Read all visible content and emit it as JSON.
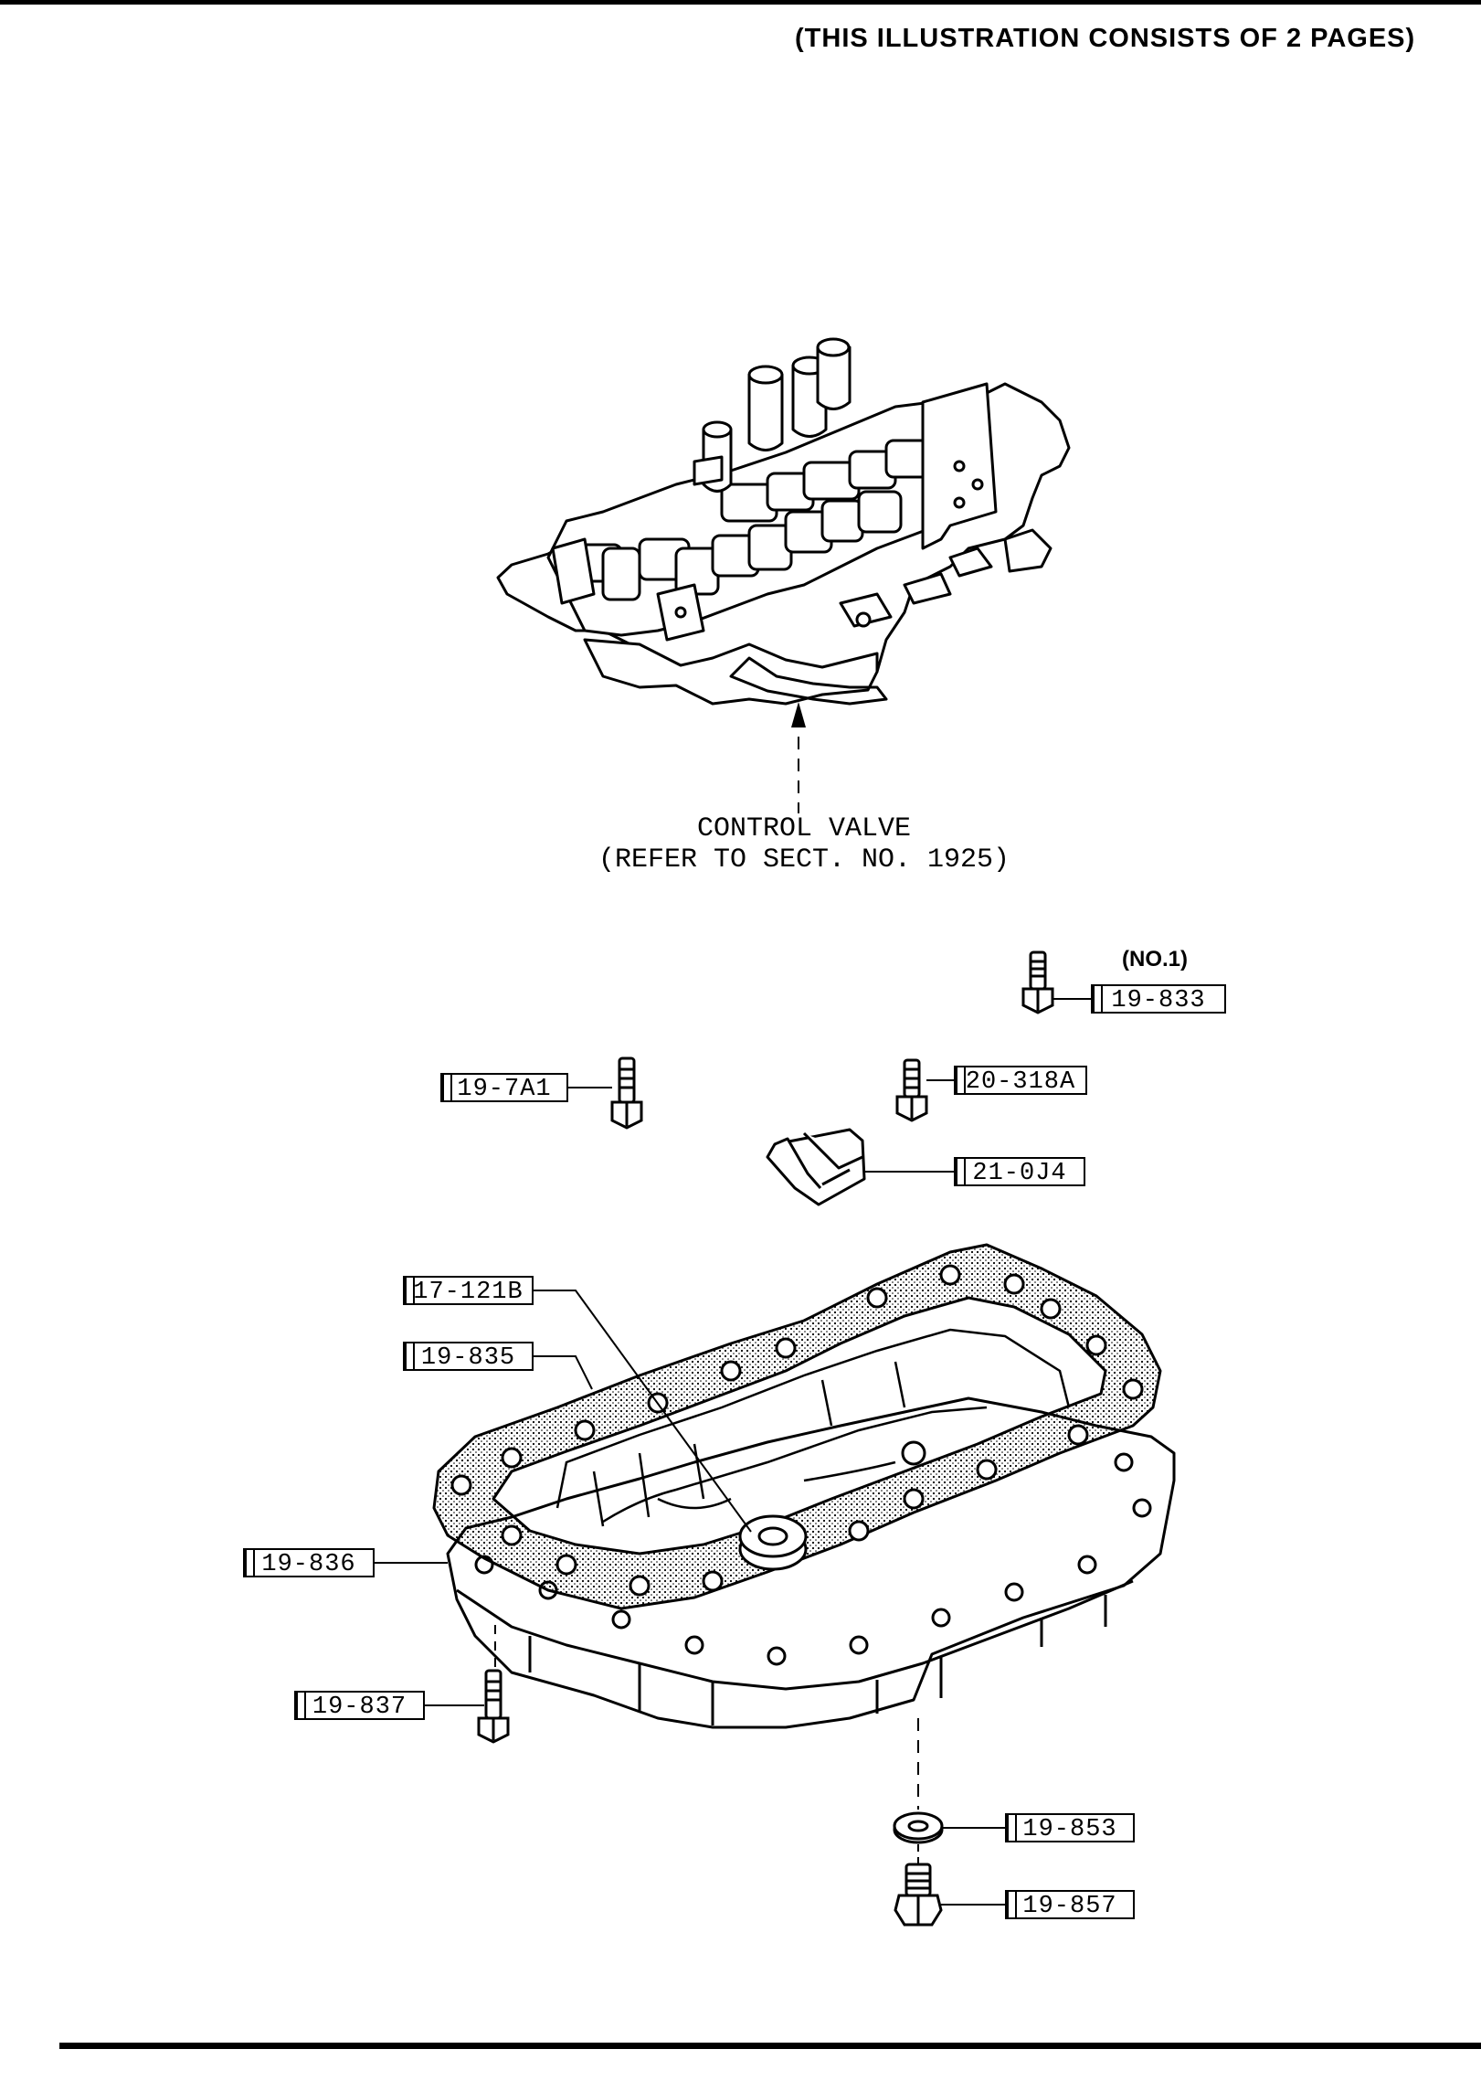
{
  "header": {
    "note": "(THIS ILLUSTRATION CONSISTS OF  2 PAGES)"
  },
  "control_valve": {
    "name": "CONTROL VALVE",
    "ref": "(REFER TO SECT. NO. 1925)"
  },
  "no1_tag": "(NO.1)",
  "parts": {
    "p19_833": "19-833",
    "p19_7A1": "19-7A1",
    "p20_318A": "20-318A",
    "p21_0J4": "21-0J4",
    "p17_121B": "17-121B",
    "p19_835": "19-835",
    "p19_836": "19-836",
    "p19_837": "19-837",
    "p19_853": "19-853",
    "p19_857": "19-857"
  }
}
